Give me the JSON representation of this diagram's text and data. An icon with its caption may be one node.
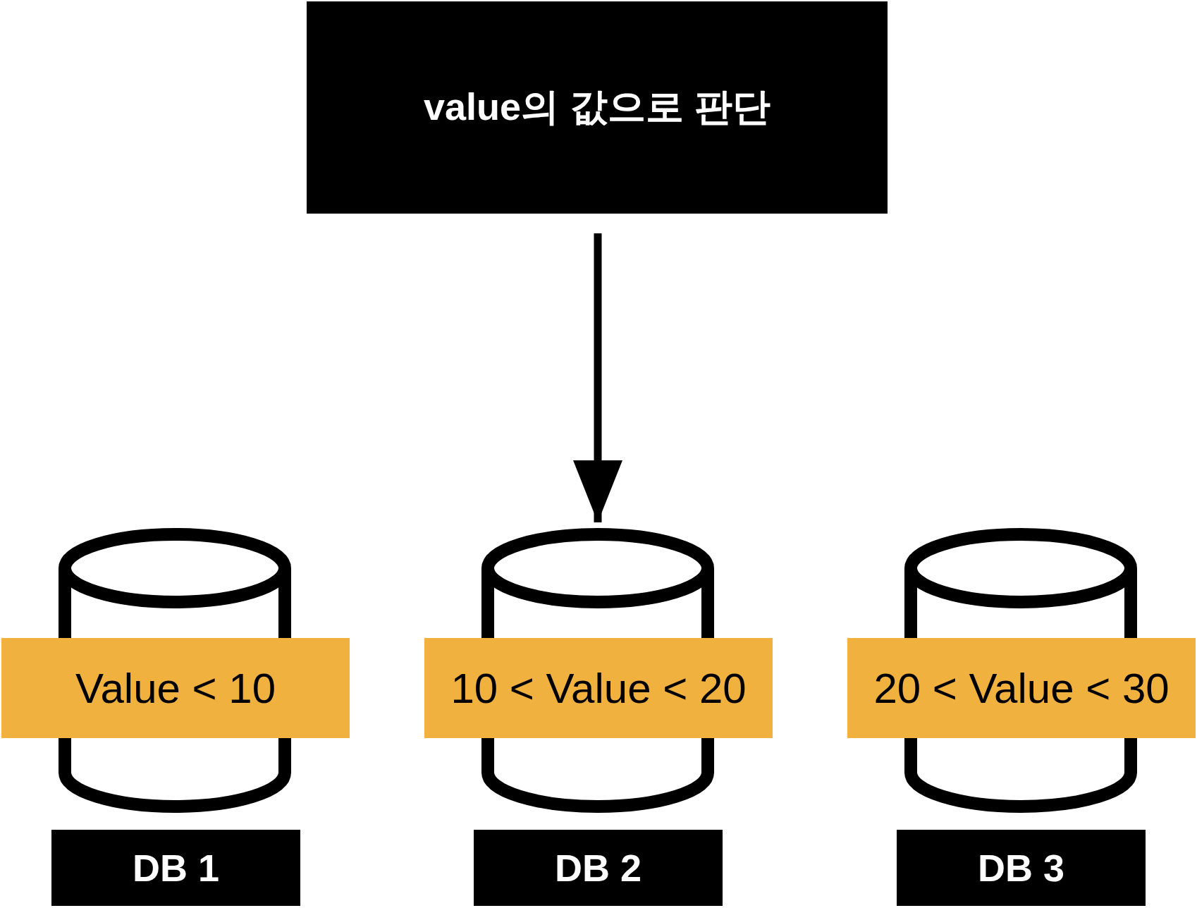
{
  "diagram": {
    "nodes": [
      {
        "text": [
          "value의 값으로 판단"
        ]
      },
      {
        "text": [],
        "shape": "cylinder"
      },
      {
        "text": [],
        "shape": "cylinder"
      },
      {
        "text": [],
        "shape": "cylinder"
      },
      {
        "text": [
          "Value < 10"
        ]
      },
      {
        "text": [
          "10 < Value < 20"
        ]
      },
      {
        "text": [
          "20 < Value < 30"
        ]
      },
      {
        "text": [
          "DB 1"
        ]
      },
      {
        "text": [
          "DB 2"
        ]
      },
      {
        "text": [
          "DB 3"
        ]
      }
    ],
    "edges": [
      {
        "from": 0,
        "to": 2,
        "arrow": "to"
      }
    ]
  }
}
